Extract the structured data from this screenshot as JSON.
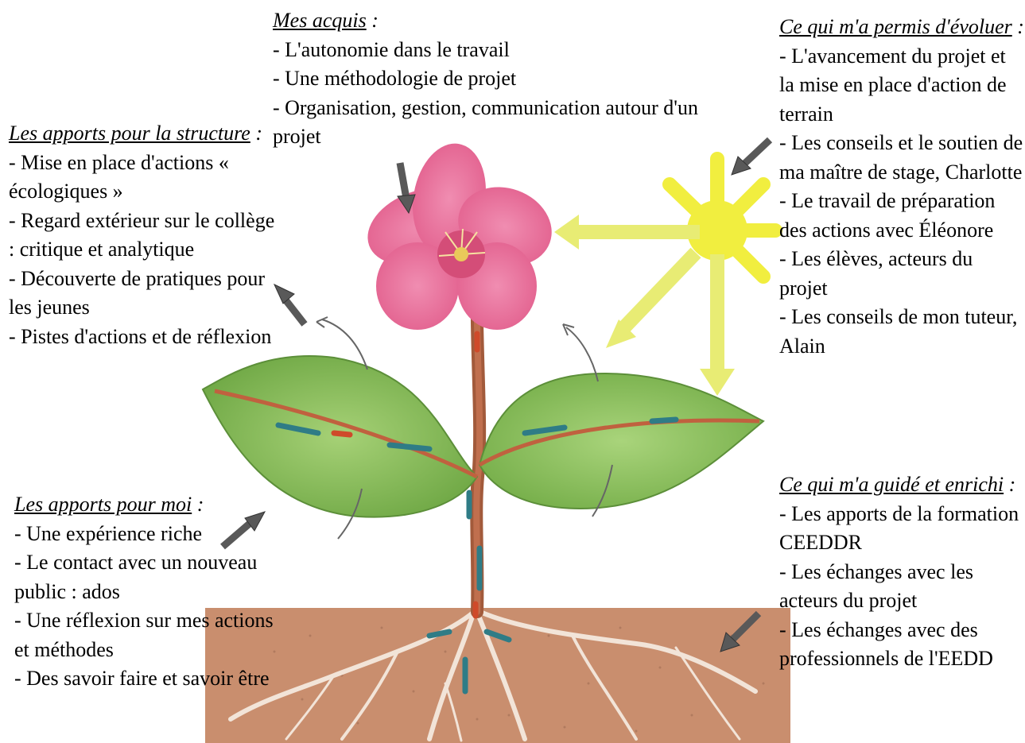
{
  "acquis": {
    "title": "Mes acquis",
    "colon": " :",
    "items": [
      "- L'autonomie dans le travail",
      "- Une méthodologie de projet",
      "- Organisation, gestion, communication autour d'un projet"
    ]
  },
  "structure": {
    "title": "Les apports pour la structure",
    "colon": " :",
    "items": [
      "- Mise en place d'actions « écologiques »",
      "- Regard extérieur sur le collège : critique et analytique",
      "- Découverte de pratiques pour les jeunes",
      "- Pistes d'actions et de réflexion"
    ]
  },
  "moi": {
    "title": "Les apports pour moi",
    "colon": " :",
    "items": [
      "- Une expérience riche",
      "- Le contact avec un nouveau public : ados",
      "- Une réflexion sur mes actions et méthodes",
      "- Des savoir faire et savoir être"
    ]
  },
  "evoluer": {
    "title": "Ce qui m'a permis d'évoluer",
    "colon": " :",
    "items": [
      "- L'avancement du projet et la mise en place d'action de terrain",
      "- Les conseils et le soutien de ma maître de stage, Charlotte",
      "- Le travail de préparation des actions avec Éléonore",
      "- Les élèves, acteurs du projet",
      "- Les conseils de mon tuteur, Alain"
    ]
  },
  "guide": {
    "title": "Ce qui m'a guidé et enrichi",
    "colon": " :",
    "items": [
      "- Les apports de la formation CEEDDR",
      "- Les échanges avec les acteurs du projet",
      "- Les échanges avec des professionnels de l'EEDD"
    ]
  },
  "colors": {
    "soil": "#c98e6e",
    "leaf": "#8cc05a",
    "flower": "#e96f9a",
    "sun": "#f1ee3f",
    "sap_up": "#2f7c86",
    "sap_down": "#cf4a2a",
    "pointer": "#595959"
  }
}
